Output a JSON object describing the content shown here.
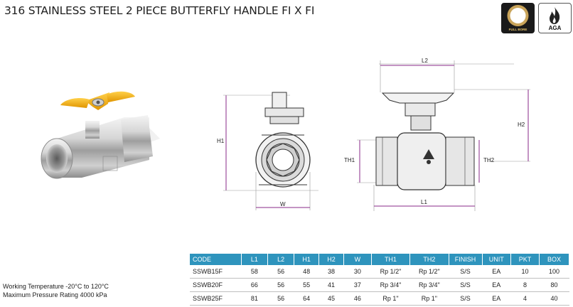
{
  "header": {
    "title": "316 STAINLESS STEEL 2 PIECE BUTTERFLY HANDLE FI X FI"
  },
  "badges": [
    {
      "label": "FULL BORE",
      "icon": "full-bore-icon"
    },
    {
      "label": "AGA",
      "icon": "gas-flame-icon"
    }
  ],
  "dimensions": {
    "h1": "H1",
    "w": "W",
    "l2": "L2",
    "h2": "H2",
    "th1": "TH1",
    "th2": "TH2",
    "l1": "L1"
  },
  "specs": {
    "working_temperature": "Working Temperature -20°C to 120°C",
    "max_pressure": "Maximum Pressure Rating 4000 kPa"
  },
  "table": {
    "columns": [
      "CODE",
      "L1",
      "L2",
      "H1",
      "H2",
      "W",
      "TH1",
      "TH2",
      "FINISH",
      "UNIT",
      "PKT",
      "BOX"
    ],
    "rows": [
      [
        "SSWB15F",
        "58",
        "56",
        "48",
        "38",
        "30",
        "Rp 1/2\"",
        "Rp 1/2\"",
        "S/S",
        "EA",
        "10",
        "100"
      ],
      [
        "SSWB20F",
        "66",
        "56",
        "55",
        "41",
        "37",
        "Rp 3/4\"",
        "Rp 3/4\"",
        "S/S",
        "EA",
        "8",
        "80"
      ],
      [
        "SSWB25F",
        "81",
        "56",
        "64",
        "45",
        "46",
        "Rp 1\"",
        "Rp 1\"",
        "S/S",
        "EA",
        "4",
        "40"
      ]
    ]
  },
  "colors": {
    "header_bar": "#2e94bd",
    "handle": "#f2a900",
    "dimension_line": "#8a2a8a"
  }
}
